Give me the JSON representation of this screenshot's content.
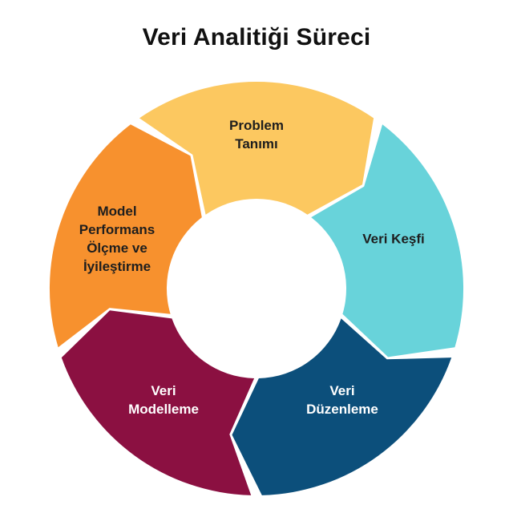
{
  "title": "Veri Analitiği Süreci",
  "steps": [
    {
      "lines": [
        "Problem",
        "Tanımı"
      ],
      "color": "#FCC860"
    },
    {
      "lines": [
        "Veri Keşfi"
      ],
      "color": "#68D3DA"
    },
    {
      "lines": [
        "Veri",
        "Düzenleme"
      ],
      "color": "#0C4F7B"
    },
    {
      "lines": [
        "Veri",
        "Modelleme"
      ],
      "color": "#8B1041"
    },
    {
      "lines": [
        "Model",
        "Performans",
        "Ölçme ve",
        "İyileştirme"
      ],
      "color": "#F7912E"
    }
  ]
}
